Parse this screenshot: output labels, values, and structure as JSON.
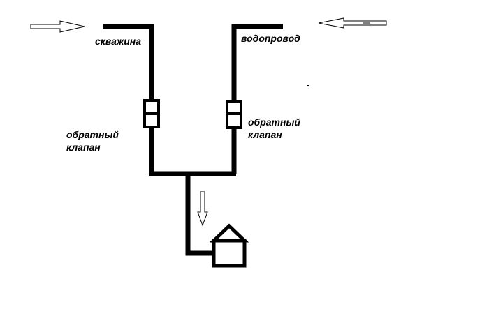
{
  "labels": {
    "well": "скважина",
    "water_main": "водопровод",
    "check_valve_left": [
      "обратный",
      "клапан"
    ],
    "check_valve_right": [
      "обратный",
      "клапан"
    ]
  },
  "colors": {
    "pipe": "#000000",
    "arrow_fill": "#ffffff",
    "arrow_stroke": "#000000",
    "background": "#ffffff"
  }
}
